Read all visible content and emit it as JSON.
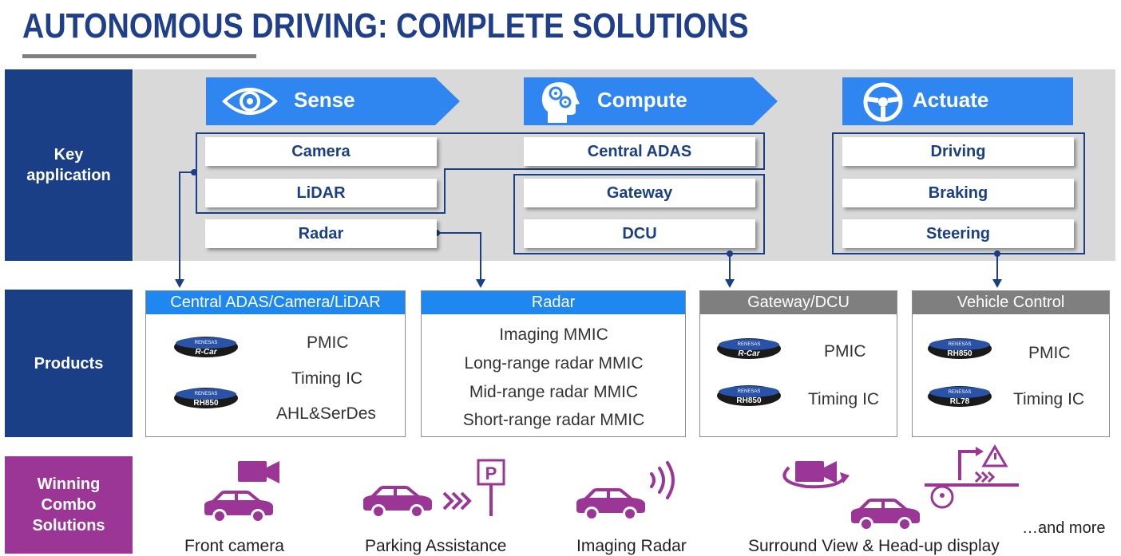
{
  "title": "AUTONOMOUS DRIVING: COMPLETE SOLUTIONS",
  "row_labels": {
    "key_application": "Key application",
    "products": "Products",
    "winning_combo": "Winning Combo Solutions"
  },
  "stages": {
    "sense": "Sense",
    "compute": "Compute",
    "actuate": "Actuate"
  },
  "applications": {
    "camera": "Camera",
    "lidar": "LiDAR",
    "radar": "Radar",
    "central_adas": "Central ADAS",
    "gateway": "Gateway",
    "dcu": "DCU",
    "driving": "Driving",
    "braking": "Braking",
    "steering": "Steering"
  },
  "products": {
    "adas": {
      "header": "Central ADAS/Camera/LiDAR",
      "logos": [
        "R-Car",
        "RH850"
      ],
      "items": [
        "PMIC",
        "Timing IC",
        "AHL&SerDes"
      ]
    },
    "radar": {
      "header": "Radar",
      "items": [
        "Imaging MMIC",
        "Long-range radar MMIC",
        "Mid-range radar MMIC",
        "Short-range radar MMIC"
      ]
    },
    "gateway": {
      "header": "Gateway/DCU",
      "logos": [
        "R-Car",
        "RH850"
      ],
      "items": [
        "PMIC",
        "Timing IC"
      ]
    },
    "vehicle": {
      "header": "Vehicle Control",
      "logos": [
        "RH850",
        "RL78"
      ],
      "items": [
        "PMIC",
        "Timing IC"
      ]
    }
  },
  "logo_brand": "RENESAS",
  "solutions": [
    "Front camera",
    "Parking Assistance",
    "Imaging Radar",
    "Surround View & Head-up display"
  ],
  "and_more": "…and more",
  "parking_sign": "P",
  "colors": {
    "navy": "#1b3f86",
    "stage_blue": "#2f86f0",
    "product_blue": "#1e88f0",
    "product_gray": "#7f7f7f",
    "purple": "#9b3696",
    "band_gray": "#d9d9d9"
  },
  "icons": [
    "eye-icon",
    "head-gears-icon",
    "steering-wheel-icon",
    "car-icon",
    "video-camera-icon",
    "parking-sign-icon",
    "chevrons-icon",
    "radar-waves-icon",
    "rotate-arrow-icon",
    "warning-sign-icon",
    "turn-arrow-icon"
  ]
}
